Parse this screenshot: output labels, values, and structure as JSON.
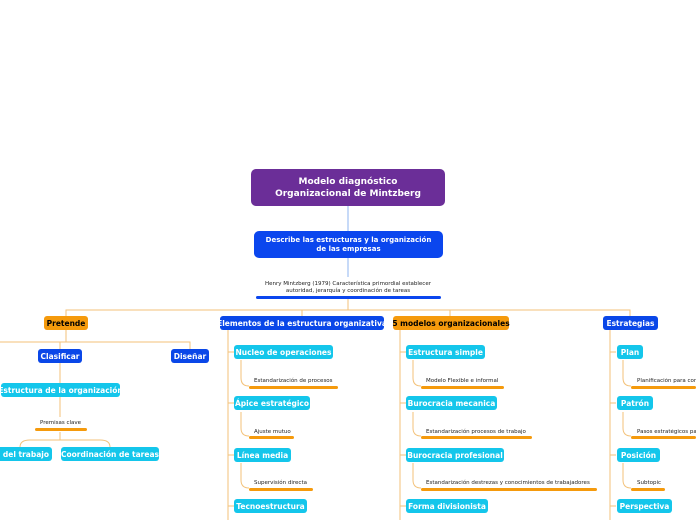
{
  "root": {
    "line1": "Modelo diagnóstico",
    "line2": "Organizacional de Mintzberg"
  },
  "describe": {
    "line1": "Describe las estructuras y la organización",
    "line2": "de las empresas"
  },
  "henry": {
    "line1": "Henry Mintzberg (1979) Característica primordial establecer",
    "line2": "autoridad, jerarquía y coordinación de tareas"
  },
  "branches": {
    "pretende": "Pretende",
    "elementos": "Elementos de la estructura organizativa",
    "modelos": "5 modelos organizacionales",
    "estrategias": "Estrategias"
  },
  "pretende": {
    "clasificar": "Clasificar",
    "disenar": "Diseñar",
    "estructura": "Estructura de la organización",
    "premisas": "Premisas clave",
    "division": "División del trabajo",
    "coordinacion": "Coordinación de tareas"
  },
  "elementos": [
    {
      "title": "Nucleo de operaciones",
      "note": "Estandarización de procesos"
    },
    {
      "title": "Ápice estratégico",
      "note": "Ajuste mutuo"
    },
    {
      "title": "Línea media",
      "note": "Supervisión directa"
    },
    {
      "title": "Tecnoestructura"
    }
  ],
  "modelos": [
    {
      "title": "Estructura simple",
      "note": "Modelo Flexible e informal"
    },
    {
      "title": "Burocracia mecanica",
      "note": "Estandarización procesos de trabajo"
    },
    {
      "title": "Burocracia profesional",
      "note": "Estandarización destrezas y conocimientos de trabajadores"
    },
    {
      "title": "Forma divisionista"
    }
  ],
  "estrategias": [
    {
      "title": "Plan",
      "note": "Planificación para conseguir"
    },
    {
      "title": "Patrón",
      "note": "Pasos estratégicos pa"
    },
    {
      "title": "Posición",
      "note": "Subtopic"
    },
    {
      "title": "Perspectiva"
    }
  ],
  "colors": {
    "purple": "#6b2e98",
    "blue": "#0b46ee",
    "orange": "#f59a0c",
    "cyan": "#14c6eb",
    "connector_blue": "#8fb4f0",
    "connector_orange": "#f3c27a"
  }
}
